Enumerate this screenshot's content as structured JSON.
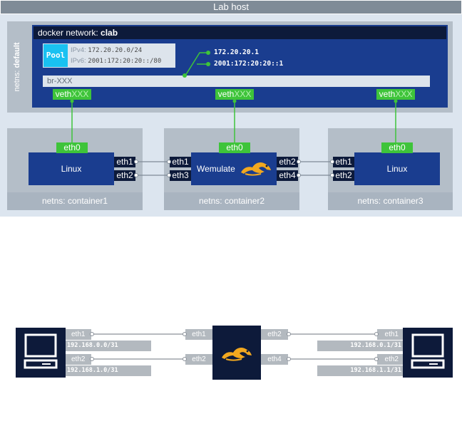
{
  "colors": {
    "host_bg": "#dce5ef",
    "header": "#7f8b97",
    "network_blue": "#1a3d8f",
    "port_dark": "#0d1a3a",
    "veth_green": "#3ec43a",
    "pool_cyan": "#19c1f1"
  },
  "host": {
    "title": "Lab host",
    "netns_label": "netns:",
    "netns_name": "default"
  },
  "docker": {
    "label": "docker network:",
    "name": "clab",
    "pool": {
      "title": "Pool",
      "ipv4_label": "IPv4:",
      "ipv4": "172.20.20.0/24",
      "ipv6_label": "IPv6:",
      "ipv6": "2001:172:20:20::/80"
    },
    "gateway_ipv4": "172.20.20.1",
    "gateway_ipv6": "2001:172:20:20::1",
    "bridge": "br-XXX",
    "veth_prefix": "veth",
    "veth_suffix": "XXX"
  },
  "containers": [
    {
      "node_label": "Linux",
      "mgmt_if": "eth0",
      "ports_right": [
        "eth1",
        "eth2"
      ],
      "netns_label": "netns:",
      "netns_name": "container1"
    },
    {
      "node_label": "Wemulate",
      "mgmt_if": "eth0",
      "ports_left": [
        "eth1",
        "eth3"
      ],
      "ports_right": [
        "eth2",
        "eth4"
      ],
      "netns_label": "netns:",
      "netns_name": "container2"
    },
    {
      "node_label": "Linux",
      "mgmt_if": "eth0",
      "ports_left": [
        "eth1",
        "eth2"
      ],
      "netns_label": "netns:",
      "netns_name": "container3"
    }
  ],
  "topology": {
    "left_host": {
      "ports": [
        {
          "name": "eth1",
          "ip": "192.168.0.0/31"
        },
        {
          "name": "eth2",
          "ip": "192.168.1.0/31"
        }
      ]
    },
    "wemulate_left": [
      "eth1",
      "eth2"
    ],
    "wemulate_right": [
      "eth2",
      "eth4"
    ],
    "right_host": {
      "ports": [
        {
          "name": "eth1",
          "ip": "192.168.0.1/31"
        },
        {
          "name": "eth2",
          "ip": "192.168.1.1/31"
        }
      ]
    }
  },
  "icons": {
    "logo": "wemulate-weasel-icon",
    "computer": "computer-icon"
  }
}
